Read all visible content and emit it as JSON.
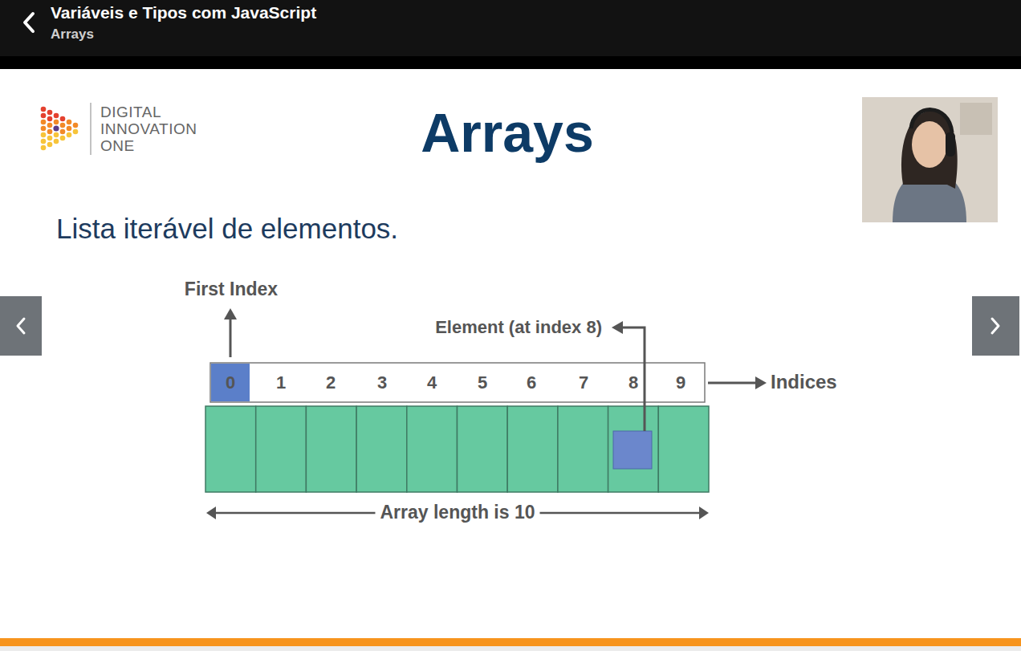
{
  "diagram": {
    "title": "Arrays",
    "nodes": [
      {
        "text": [
          "0"
        ]
      },
      {
        "text": [
          "1"
        ]
      },
      {
        "text": [
          "2"
        ]
      },
      {
        "text": [
          "3"
        ]
      },
      {
        "text": [
          "4"
        ]
      },
      {
        "text": [
          "5"
        ]
      },
      {
        "text": [
          "6"
        ]
      },
      {
        "text": [
          "7"
        ]
      },
      {
        "text": [
          "8"
        ]
      },
      {
        "text": [
          "9"
        ]
      }
    ],
    "labels": [
      "Variáveis e Tipos com JavaScript",
      "Arrays",
      "DIGITAL INNOVATION ONE",
      "Lista iterável de elementos.",
      "First Index",
      "Element (at index 8)",
      "Indices",
      "Array length is 10"
    ]
  }
}
